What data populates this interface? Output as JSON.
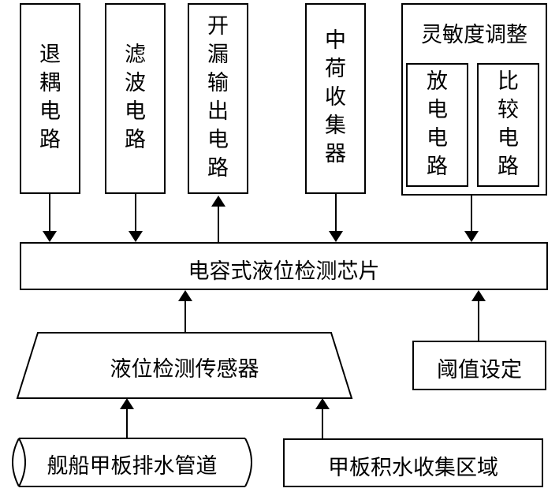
{
  "top_modules": [
    {
      "id": "decoupling",
      "label": "退耦电路"
    },
    {
      "id": "filter",
      "label": "滤波电路"
    },
    {
      "id": "open_drain",
      "label": "开漏输出电路"
    },
    {
      "id": "load",
      "label": "中荷收集器"
    }
  ],
  "sensitivity": {
    "title": "灵敏度调整",
    "discharge": "放电电路",
    "compare": "比较电路"
  },
  "chip": {
    "label": "电容式液位检测芯片"
  },
  "sensor": {
    "label": "液位检测传感器"
  },
  "threshold": {
    "label": "阈值设定"
  },
  "pipe": {
    "label": "舰船甲板排水管道"
  },
  "collection_area": {
    "label": "甲板积水收集区域"
  }
}
